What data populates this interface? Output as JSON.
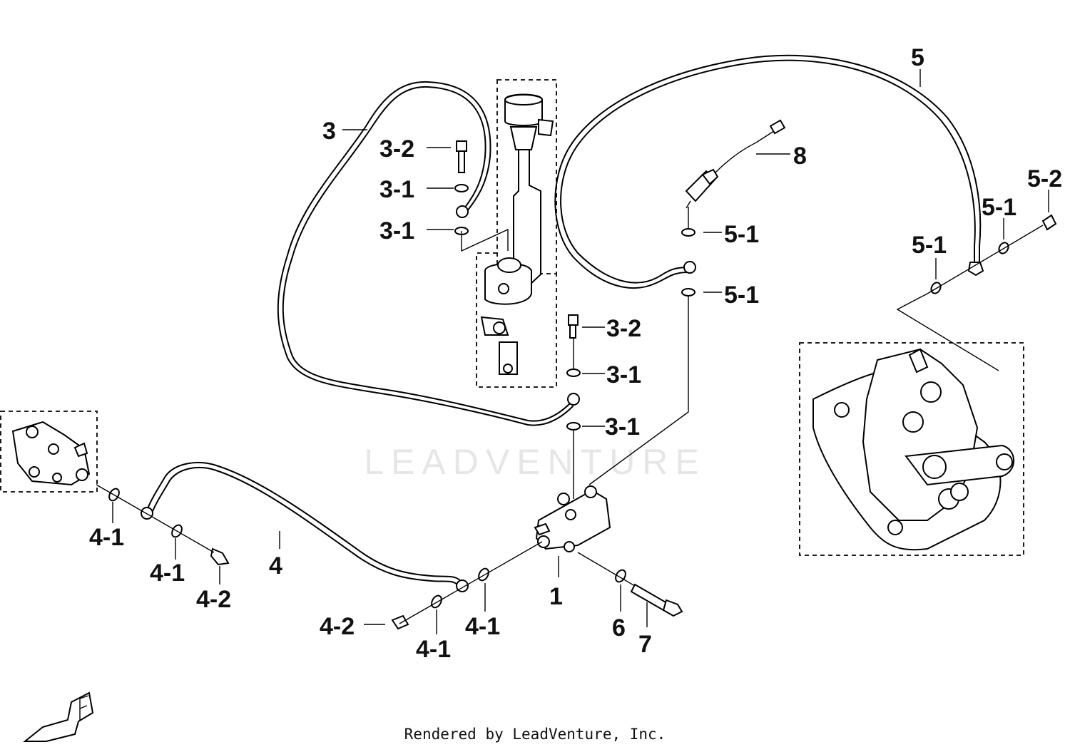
{
  "watermark": "LEADVENTURE",
  "credit": "Rendered by LeadVenture, Inc.",
  "callouts": [
    {
      "id": "c-1",
      "text": "1"
    },
    {
      "id": "c-3",
      "text": "3"
    },
    {
      "id": "c-3-2a",
      "text": "3-2"
    },
    {
      "id": "c-3-1a",
      "text": "3-1"
    },
    {
      "id": "c-3-1b",
      "text": "3-1"
    },
    {
      "id": "c-3-2b",
      "text": "3-2"
    },
    {
      "id": "c-3-1c",
      "text": "3-1"
    },
    {
      "id": "c-3-1d",
      "text": "3-1"
    },
    {
      "id": "c-4",
      "text": "4"
    },
    {
      "id": "c-4-1a",
      "text": "4-1"
    },
    {
      "id": "c-4-1b",
      "text": "4-1"
    },
    {
      "id": "c-4-2a",
      "text": "4-2"
    },
    {
      "id": "c-4-2b",
      "text": "4-2"
    },
    {
      "id": "c-4-1c",
      "text": "4-1"
    },
    {
      "id": "c-4-1d",
      "text": "4-1"
    },
    {
      "id": "c-5",
      "text": "5"
    },
    {
      "id": "c-5-1a",
      "text": "5-1"
    },
    {
      "id": "c-5-1b",
      "text": "5-1"
    },
    {
      "id": "c-5-1c",
      "text": "5-1"
    },
    {
      "id": "c-5-1d",
      "text": "5-1"
    },
    {
      "id": "c-5-2",
      "text": "5-2"
    },
    {
      "id": "c-6",
      "text": "6"
    },
    {
      "id": "c-7",
      "text": "7"
    },
    {
      "id": "c-8",
      "text": "8"
    }
  ]
}
